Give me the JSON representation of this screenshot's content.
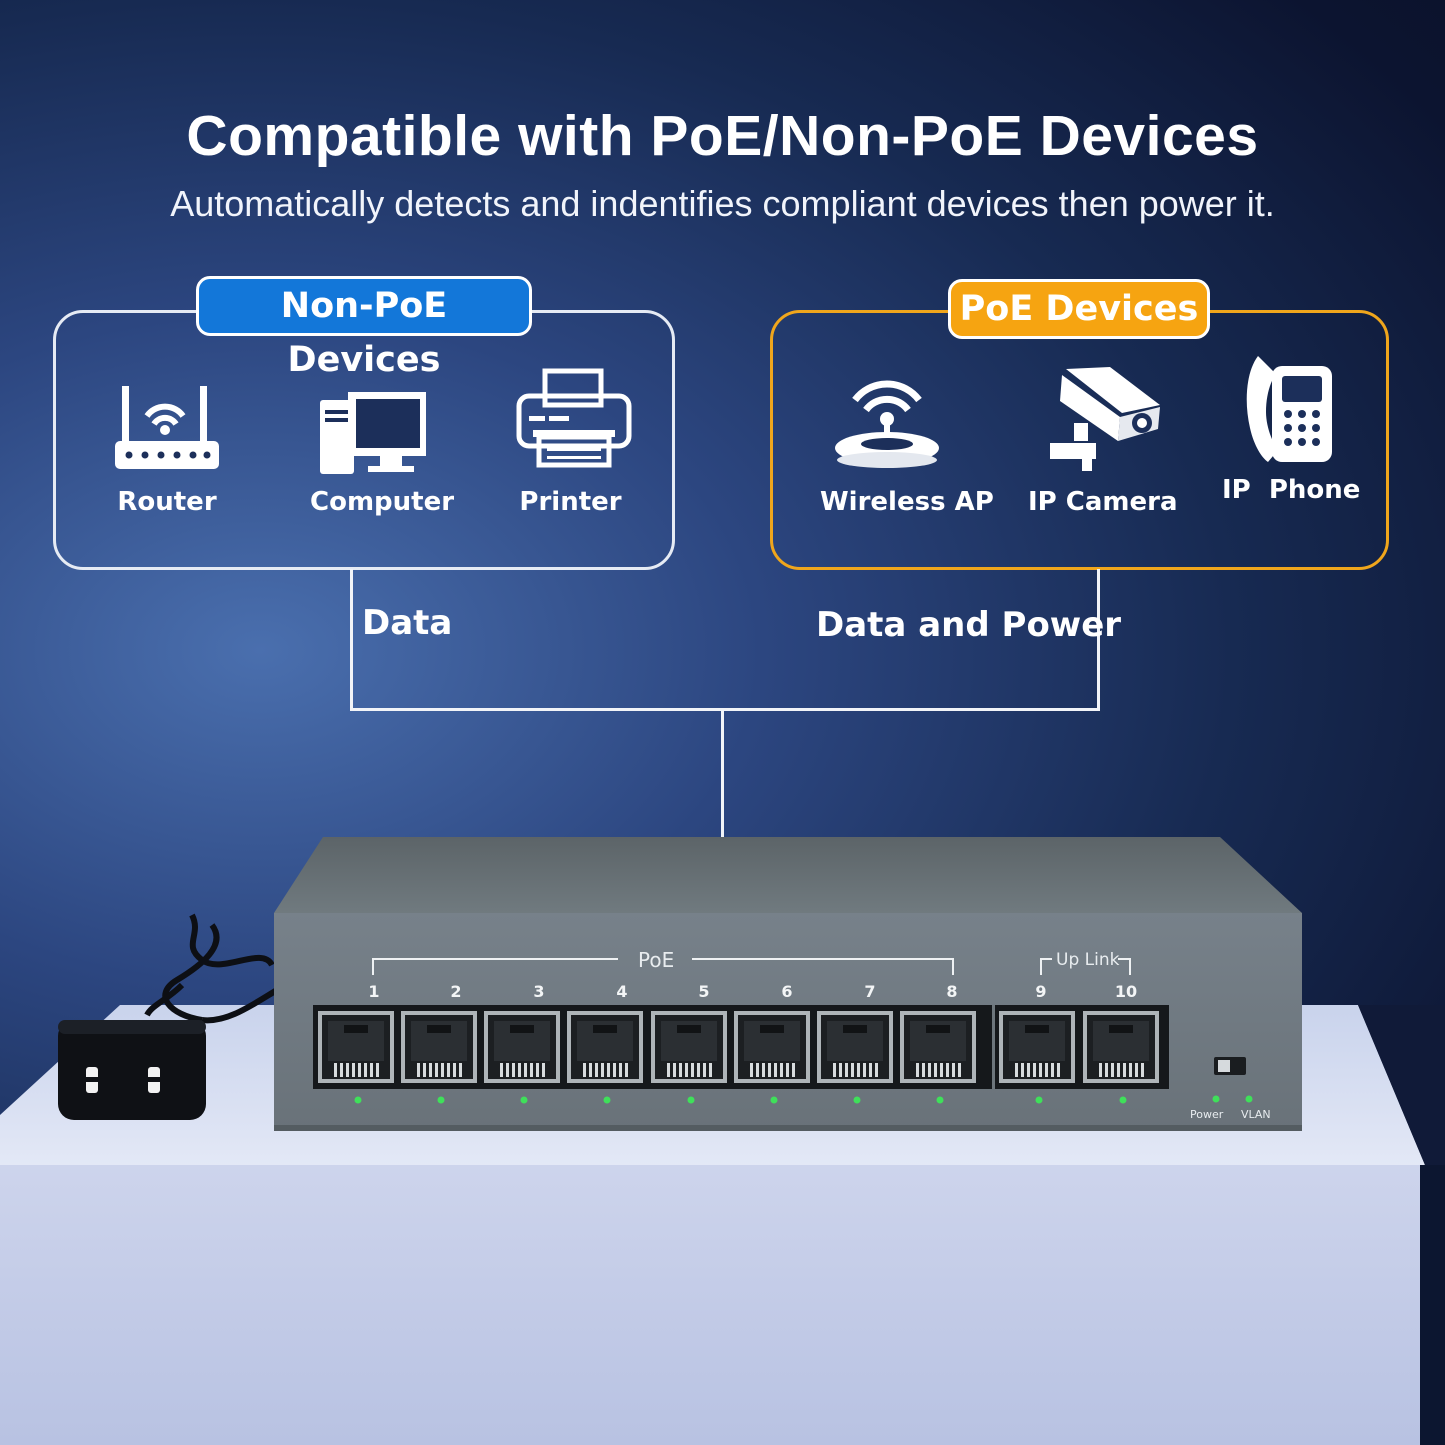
{
  "header": {
    "title": "Compatible with PoE/Non-PoE Devices",
    "subtitle": "Automatically detects and indentifies compliant devices then power it."
  },
  "non_poe": {
    "tag": "Non-PoE Devices",
    "devices": [
      {
        "label": "Router",
        "icon": "router-icon"
      },
      {
        "label": "Computer",
        "icon": "computer-icon"
      },
      {
        "label": "Printer",
        "icon": "printer-icon"
      }
    ]
  },
  "poe": {
    "tag": "PoE Devices",
    "devices": [
      {
        "label": "Wireless AP",
        "icon": "wireless-ap-icon"
      },
      {
        "label": "IP Camera",
        "icon": "ip-camera-icon"
      },
      {
        "label": "IP  Phone",
        "icon": "ip-phone-icon"
      }
    ]
  },
  "connections": {
    "data": "Data",
    "data_power": "Data and Power"
  },
  "switch": {
    "poe_label": "PoE",
    "uplink_label": "Up Link",
    "ports": [
      "1",
      "2",
      "3",
      "4",
      "5",
      "6",
      "7",
      "8",
      "9",
      "10"
    ],
    "power_label": "Power",
    "vlan_label": "VLAN"
  },
  "colors": {
    "poe_accent": "#f6a411",
    "nonpoe_accent": "#1377d9",
    "led_green": "#3fe05a"
  }
}
